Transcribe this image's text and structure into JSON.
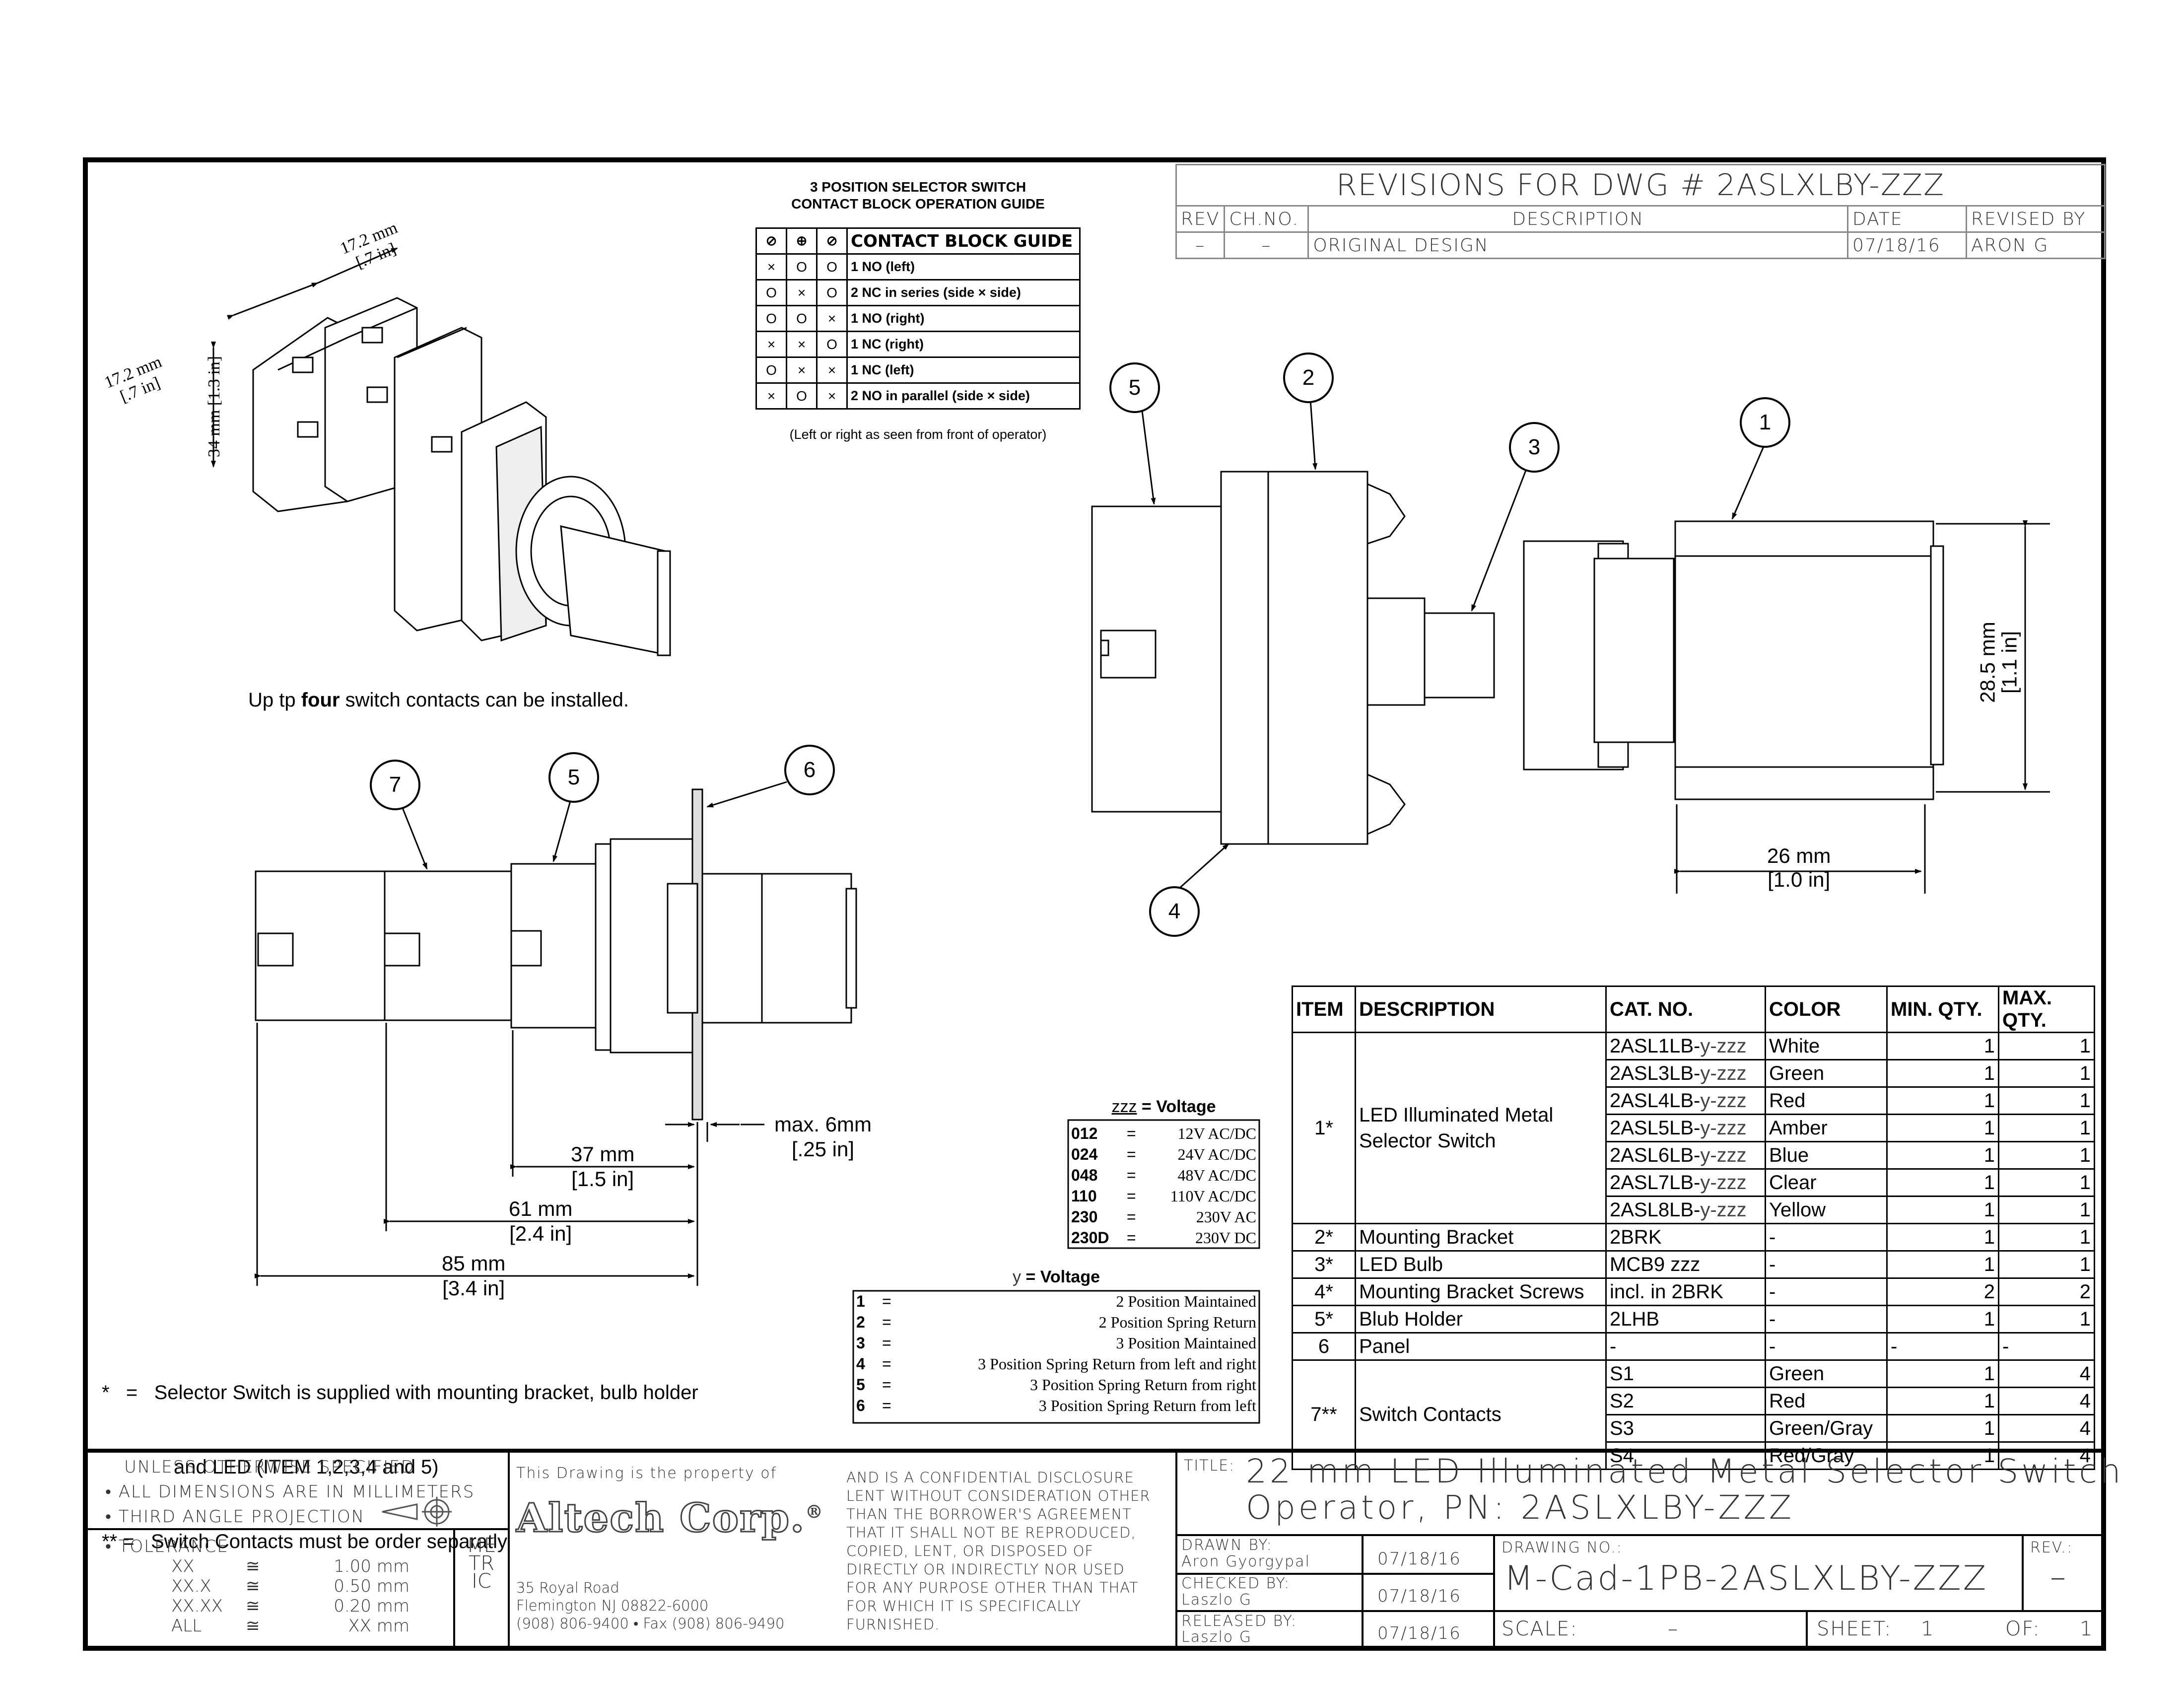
{
  "contact_guide": {
    "title_line1": "3 POSITION SELECTOR SWITCH",
    "title_line2": "CONTACT BLOCK OPERATION GUIDE",
    "header": "CONTACT BLOCK GUIDE",
    "rows": [
      {
        "a": "×",
        "b": "O",
        "c": "O",
        "desc": "1 NO (left)"
      },
      {
        "a": "O",
        "b": "×",
        "c": "O",
        "desc": "2 NC in series (side × side)"
      },
      {
        "a": "O",
        "b": "O",
        "c": "×",
        "desc": "1 NO (right)"
      },
      {
        "a": "×",
        "b": "×",
        "c": "O",
        "desc": "1 NC (right)"
      },
      {
        "a": "O",
        "b": "×",
        "c": "×",
        "desc": "1 NC (left)"
      },
      {
        "a": "×",
        "b": "O",
        "c": "×",
        "desc": "2 NO in parallel (side × side)"
      }
    ],
    "footnote": "(Left or right as seen from front of operator)"
  },
  "revisions": {
    "title": "REVISIONS FOR DWG # 2ASLXLBY-ZZZ",
    "headers": [
      "REV",
      "CH.NO.",
      "DESCRIPTION",
      "DATE",
      "REVISED BY"
    ],
    "row": [
      "–",
      "–",
      "ORIGINAL DESIGN",
      "07/18/16",
      "ARON G"
    ]
  },
  "iso_dims": {
    "d1_mm": "17.2 mm",
    "d1_in": "[.7 in]",
    "d2_mm": "17.2 mm",
    "d2_in": "[.7 in]",
    "d3_mm": "34 mm",
    "d3_in": "[1.3 in]"
  },
  "contacts_note_pre": "Up tp ",
  "contacts_note_bold": "four",
  "contacts_note_post": " switch contacts can be installed.",
  "bubbles": {
    "b1": "1",
    "b2": "2",
    "b3": "3",
    "b4": "4",
    "b5": "5",
    "b5b": "5",
    "b6": "6",
    "b7": "7"
  },
  "right_dims": {
    "h_mm": "28.5 mm",
    "h_in": "[1.1 in]",
    "w_mm": "26 mm",
    "w_in": "[1.0 in]"
  },
  "side_dims": {
    "max_mm": "max. 6mm",
    "max_in": "[.25 in]",
    "d37_mm": "37 mm",
    "d37_in": "[1.5 in]",
    "d61_mm": "61 mm",
    "d61_in": "[2.4 in]",
    "d85_mm": "85 mm",
    "d85_in": "[3.4 in]"
  },
  "zzz_title_var": "zzz",
  "zzz_title": " = Voltage",
  "zzz": [
    {
      "code": "012",
      "eq": "=",
      "val": "12V AC/DC"
    },
    {
      "code": "024",
      "eq": "=",
      "val": "24V AC/DC"
    },
    {
      "code": "048",
      "eq": "=",
      "val": "48V AC/DC"
    },
    {
      "code": "110",
      "eq": "=",
      "val": "110V AC/DC"
    },
    {
      "code": "230",
      "eq": "=",
      "val": "230V AC"
    },
    {
      "code": "230D",
      "eq": "=",
      "val": "230V DC"
    }
  ],
  "y_title_var": "y",
  "y_title": " = Voltage",
  "y": [
    {
      "code": "1",
      "eq": "=",
      "val": "2 Position Maintained"
    },
    {
      "code": "2",
      "eq": "=",
      "val": "2 Position Spring Return"
    },
    {
      "code": "3",
      "eq": "=",
      "val": "3 Position Maintained"
    },
    {
      "code": "4",
      "eq": "=",
      "val": "3 Position Spring Return from left and right"
    },
    {
      "code": "5",
      "eq": "=",
      "val": "3 Position Spring Return from right"
    },
    {
      "code": "6",
      "eq": "=",
      "val": "3 Position Spring Return from left"
    }
  ],
  "notes": {
    "n1a": "*   =   Selector Switch is supplied with mounting bracket, bulb holder",
    "n1b": "and LED (ITEM 1,2,3,4 and 5)",
    "n2": "** =   Switch Contacts must be order separatly"
  },
  "bom": {
    "headers": [
      "ITEM",
      "DESCRIPTION",
      "CAT. NO.",
      "COLOR",
      "MIN. QTY.",
      "MAX. QTY."
    ],
    "item1": {
      "item": "1*",
      "desc": "LED Illuminated Metal Selector Switch",
      "rows": [
        {
          "cat": "2ASL1LB-",
          "suf": "y-zzz",
          "color": "White",
          "min": "1",
          "max": "1"
        },
        {
          "cat": "2ASL3LB-",
          "suf": "y-zzz",
          "color": "Green",
          "min": "1",
          "max": "1"
        },
        {
          "cat": "2ASL4LB-",
          "suf": "y-zzz",
          "color": "Red",
          "min": "1",
          "max": "1"
        },
        {
          "cat": "2ASL5LB-",
          "suf": "y-zzz",
          "color": "Amber",
          "min": "1",
          "max": "1"
        },
        {
          "cat": "2ASL6LB-",
          "suf": "y-zzz",
          "color": "Blue",
          "min": "1",
          "max": "1"
        },
        {
          "cat": "2ASL7LB-",
          "suf": "y-zzz",
          "color": "Clear",
          "min": "1",
          "max": "1"
        },
        {
          "cat": "2ASL8LB-",
          "suf": "y-zzz",
          "color": "Yellow",
          "min": "1",
          "max": "1"
        }
      ]
    },
    "singles": [
      {
        "item": "2*",
        "desc": "Mounting Bracket",
        "cat": "2BRK",
        "color": "-",
        "min": "1",
        "max": "1"
      },
      {
        "item": "3*",
        "desc": "LED Bulb",
        "cat": "MCB9 zzz",
        "color": "-",
        "min": "1",
        "max": "1"
      },
      {
        "item": "4*",
        "desc": "Mounting Bracket Screws",
        "cat": "incl. in 2BRK",
        "color": "-",
        "min": "2",
        "max": "2"
      },
      {
        "item": "5*",
        "desc": "Blub Holder",
        "cat": "2LHB",
        "color": "-",
        "min": "1",
        "max": "1"
      },
      {
        "item": "6",
        "desc": "Panel",
        "cat": "-",
        "color": "-",
        "min": "-",
        "max": "-"
      }
    ],
    "item7": {
      "item": "7**",
      "desc": "Switch Contacts",
      "rows": [
        {
          "cat": "S1",
          "color": "Green",
          "min": "1",
          "max": "4"
        },
        {
          "cat": "S2",
          "color": "Red",
          "min": "1",
          "max": "4"
        },
        {
          "cat": "S3",
          "color": "Green/Gray",
          "min": "1",
          "max": "4"
        },
        {
          "cat": "S4",
          "color": "Red/Gray",
          "min": "1",
          "max": "4"
        }
      ]
    }
  },
  "titleblock": {
    "unless": "UNLESS OTHERWISE SPECIFIED",
    "all_dims": "• ALL DIMENSIONS ARE IN MILLIMETERS",
    "third_angle": "• THIRD ANGLE PROJECTION",
    "tolerance": "• TOLERANCE",
    "tol": [
      {
        "k": "XX",
        "eq": "≅",
        "v": "1.00 mm"
      },
      {
        "k": "XX.X",
        "eq": "≅",
        "v": "0.50 mm"
      },
      {
        "k": "XX.XX",
        "eq": "≅",
        "v": "0.20 mm"
      },
      {
        "k": "ALL",
        "eq": "≅",
        "v": "XX mm"
      }
    ],
    "metric": "METRIC",
    "property": "This Drawing is the property of",
    "company": "Altech Corp.",
    "reg": "®",
    "addr1": "35 Royal Road",
    "addr2": "Flemington NJ 08822-6000",
    "addr3": "(908) 806-9400 • Fax (908) 806-9490",
    "conf": [
      "AND IS A CONFIDENTIAL DISCLOSURE",
      "LENT WITHOUT CONSIDERATION OTHER",
      "THAN THE BORROWER'S AGREEMENT",
      "THAT IT SHALL NOT BE REPRODUCED,",
      "COPIED, LENT, OR DISPOSED OF",
      "DIRECTLY OR INDIRECTLY NOR USED",
      "FOR ANY PURPOSE OTHER THAN THAT",
      "FOR WHICH IT IS SPECIFICALLY",
      "FURNISHED."
    ],
    "title_label": "TITLE:",
    "title1": "22 mm LED Illuminated Metal Selector Switch",
    "title2": "Operator, PN: 2ASLXLBY-ZZZ",
    "drawn_label": "DRAWN BY:",
    "drawn": "Aron Gyorgypal",
    "drawn_date": "07/18/16",
    "checked_label": "CHECKED BY:",
    "checked": "Laszlo G",
    "checked_date": "07/18/16",
    "released_label": "RELEASED BY:",
    "released": "Laszlo G",
    "released_date": "07/18/16",
    "dwg_label": "DRAWING NO.:",
    "dwg": "M-Cad-1PB-2ASLXLBY-ZZZ",
    "rev_label": "REV.:",
    "rev": "–",
    "scale_label": "SCALE:",
    "scale": "–",
    "sheet_label": "SHEET:",
    "sheet": "1",
    "of_label": "OF:",
    "of": "1"
  }
}
